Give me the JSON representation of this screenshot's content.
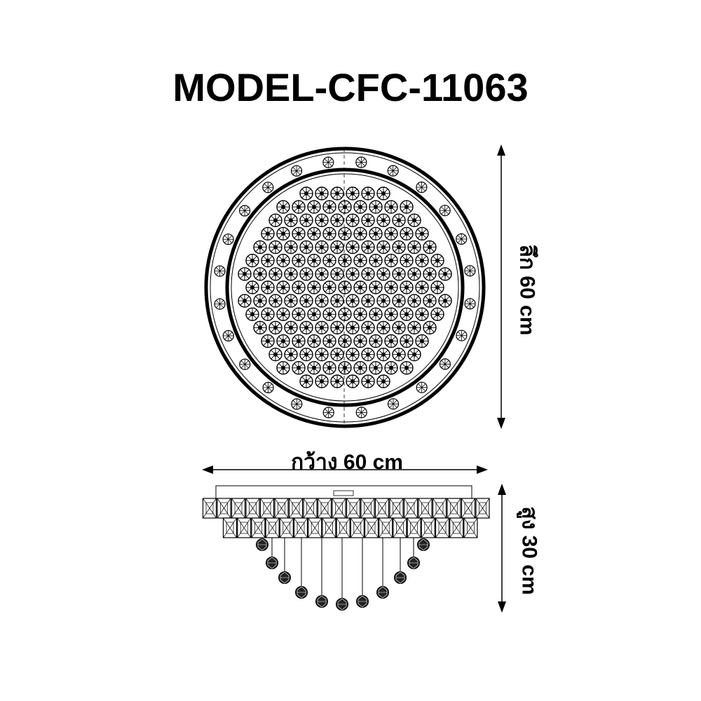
{
  "title": "MODEL-CFC-11063",
  "dimensions": {
    "width_label": "กว้าง 60 cm",
    "depth_label": "ลึก 60 cm",
    "height_label": "สูง 30 cm"
  },
  "colors": {
    "line": "#000000",
    "background": "#ffffff"
  }
}
